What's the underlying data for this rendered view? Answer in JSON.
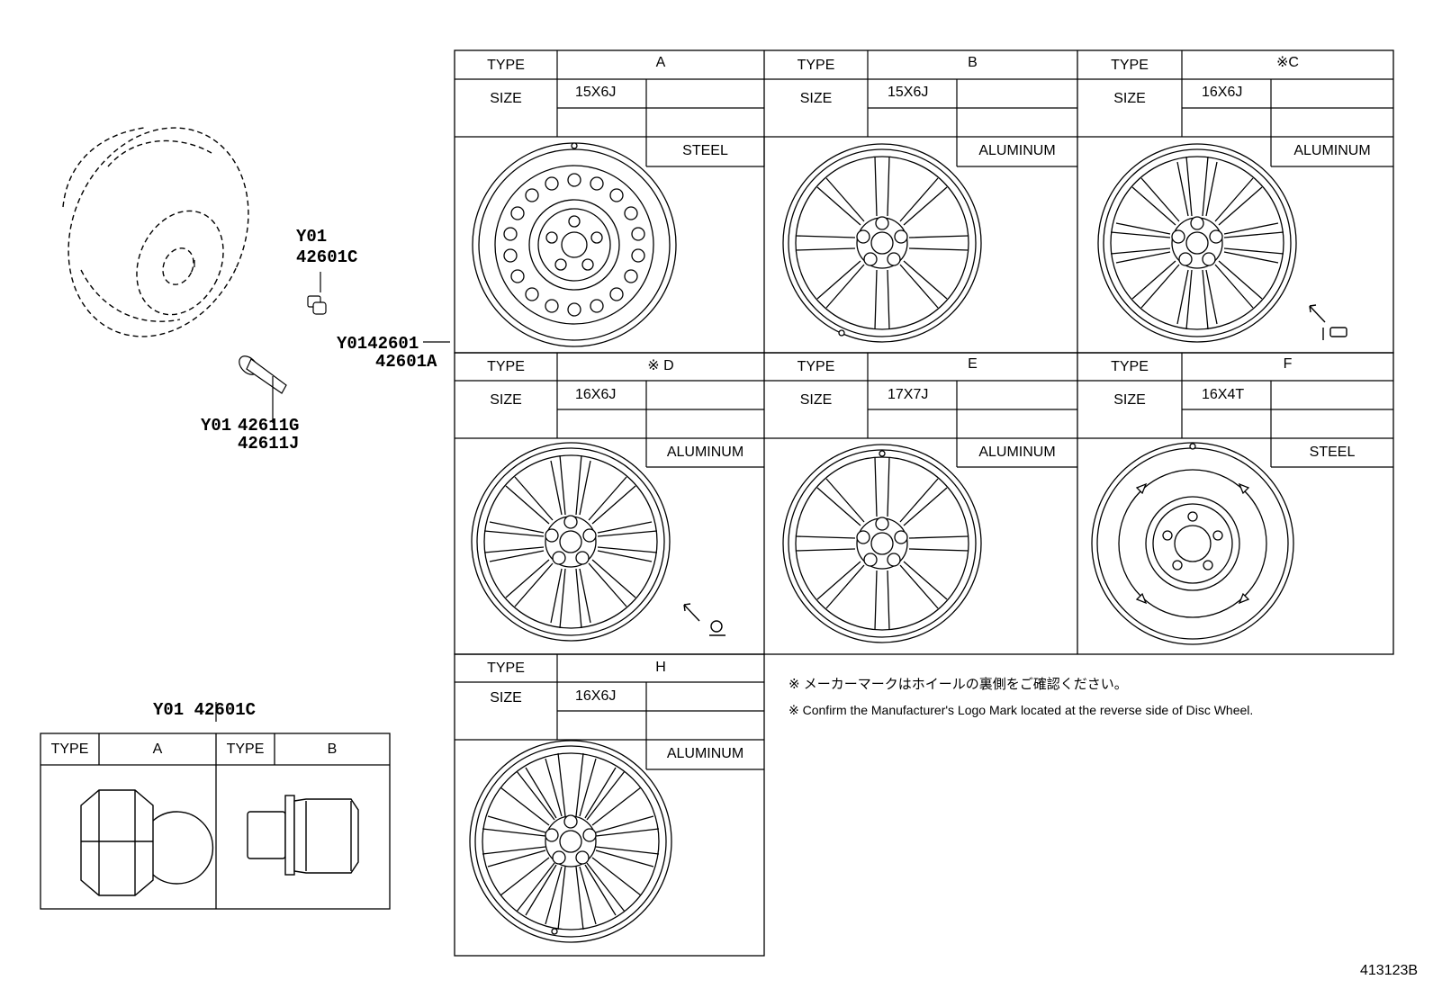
{
  "callouts": {
    "y01_a": "Y01",
    "p42601c": "42601C",
    "y0142601": "Y0142601",
    "p42601a": "42601A",
    "y01_b": "Y01",
    "p42611g": "42611G",
    "p42611j": "42611J",
    "nut_title": "Y01 42601C"
  },
  "wheels": [
    {
      "type_label": "TYPE",
      "type": "A",
      "size_label": "SIZE",
      "size": "15X6J",
      "material": "STEEL"
    },
    {
      "type_label": "TYPE",
      "type": "B",
      "size_label": "SIZE",
      "size": "15X6J",
      "material": "ALUMINUM"
    },
    {
      "type_label": "TYPE",
      "type": "※C",
      "size_label": "SIZE",
      "size": "16X6J",
      "material": "ALUMINUM"
    },
    {
      "type_label": "TYPE",
      "type": "※ D",
      "size_label": "SIZE",
      "size": "16X6J",
      "material": "ALUMINUM"
    },
    {
      "type_label": "TYPE",
      "type": "E",
      "size_label": "SIZE",
      "size": "17X7J",
      "material": "ALUMINUM"
    },
    {
      "type_label": "TYPE",
      "type": "F",
      "size_label": "SIZE",
      "size": "16X4T",
      "material": "STEEL"
    },
    {
      "type_label": "TYPE",
      "type": "H",
      "size_label": "SIZE",
      "size": "16X6J",
      "material": "ALUMINUM"
    }
  ],
  "nuts": [
    {
      "type_label": "TYPE",
      "type": "A"
    },
    {
      "type_label": "TYPE",
      "type": "B"
    }
  ],
  "notes": {
    "jp": "※ メーカーマークはホイールの裏側をご確認ください。",
    "en": "※ Confirm the Manufacturer's Logo Mark located at the reverse side of Disc Wheel."
  },
  "diagram_code": "413123B"
}
